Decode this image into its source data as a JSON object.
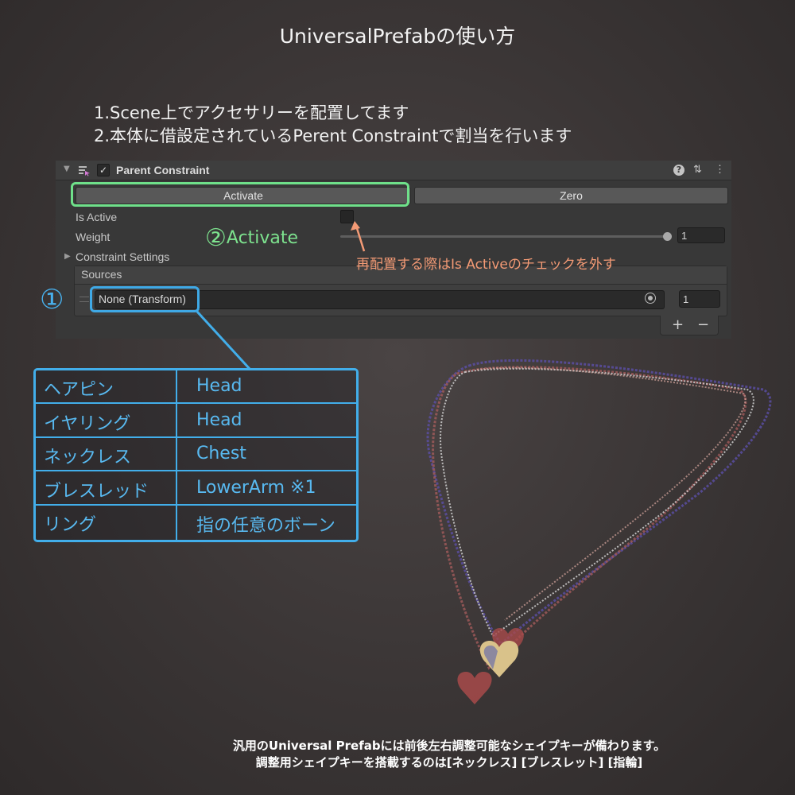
{
  "title": "UniversalPrefabの使い方",
  "intro": [
    "1.Scene上でアクセサリーを配置してます",
    "2.本体に借設定されているPerent Constraintで割当を行います"
  ],
  "inspector": {
    "component_title": "Parent Constraint",
    "help_icon": "?",
    "presets_icon": "⇅",
    "menu_icon": "⋮",
    "fold_icon": "▼",
    "checkbox_mark": "✓",
    "activate_label": "Activate",
    "zero_label": "Zero",
    "is_active_label": "Is Active",
    "weight_label": "Weight",
    "weight_value": "1",
    "weight_fraction": 1.0,
    "constraint_settings_label": "Constraint Settings",
    "constraint_settings_icon": "▶",
    "sources_label": "Sources",
    "source_object": "None (Transform)",
    "source_weight": "1",
    "add_label": "+",
    "remove_label": "−"
  },
  "annotations": {
    "step1": "①",
    "step2_num": "②",
    "step2_text": "Activate",
    "note": "再配置する際はIs Activeのチェックを外す"
  },
  "mapping_table": [
    {
      "item": "ヘアピン",
      "bone": "Head"
    },
    {
      "item": "イヤリング",
      "bone": "Head"
    },
    {
      "item": "ネックレス",
      "bone": "Chest"
    },
    {
      "item": "ブレスレッド",
      "bone": "LowerArm ※1"
    },
    {
      "item": "リング",
      "bone": "指の任意のボーン"
    }
  ],
  "footer": [
    "汎用のUniversal Prefabには前後左右調整可能なシェイプキーが備わります。",
    "調整用シェイプキーを搭載するのは[ネックレス] [ブレスレット] [指輪]"
  ],
  "colors": {
    "green_highlight": "#6fe08a",
    "blue_highlight": "#42aeea",
    "note_orange": "#f39a75"
  }
}
